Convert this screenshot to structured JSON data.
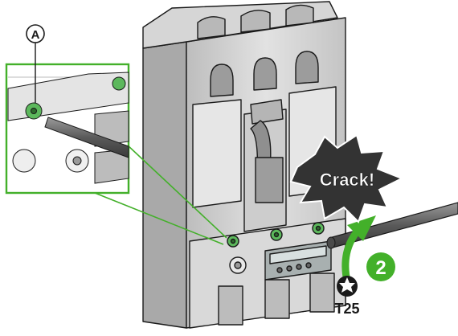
{
  "callout": {
    "label": "A"
  },
  "burst": {
    "text": "Crack!"
  },
  "step": {
    "number": "2"
  },
  "tool": {
    "label": "T25"
  },
  "colors": {
    "green_accent": "#43b02a",
    "screw_green": "#5cb85c",
    "breaker_gray": "#cfcfcf",
    "outline": "#1a1a1a",
    "cable": "#6b6b6b",
    "burst_fill": "#333333"
  },
  "icons": [
    "torx-icon",
    "rotation-arrow-icon",
    "crack-burst-icon",
    "callout-circle-icon"
  ]
}
